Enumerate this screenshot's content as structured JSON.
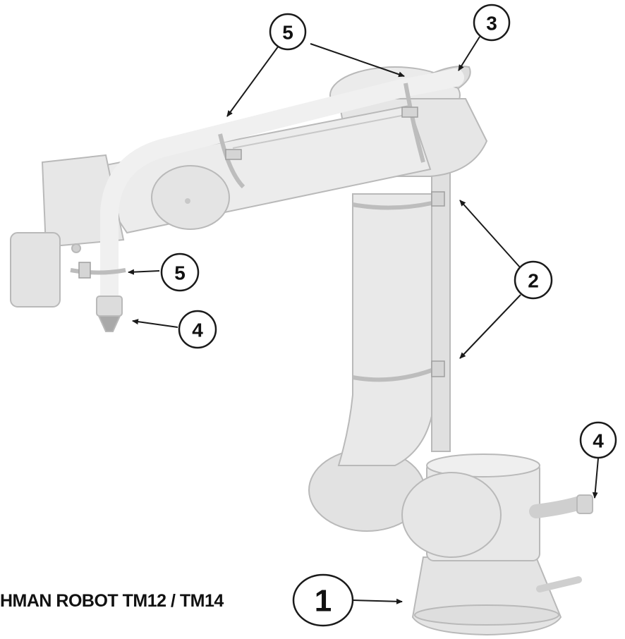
{
  "caption": "HMAN ROBOT TM12 / TM14",
  "callouts": {
    "c1": "1",
    "c2": "2",
    "c3": "3",
    "c4_tool": "4",
    "c4_base": "4",
    "c5_tool": "5",
    "c5_arm": "5"
  },
  "colors": {
    "robot_body": "#e6e6e6",
    "robot_shadow": "#d0d0d0",
    "robot_outline": "#b9b9b9",
    "hose": "#ececec",
    "strap": "#bdbdbd",
    "callout_stroke": "#1a1a1a"
  }
}
